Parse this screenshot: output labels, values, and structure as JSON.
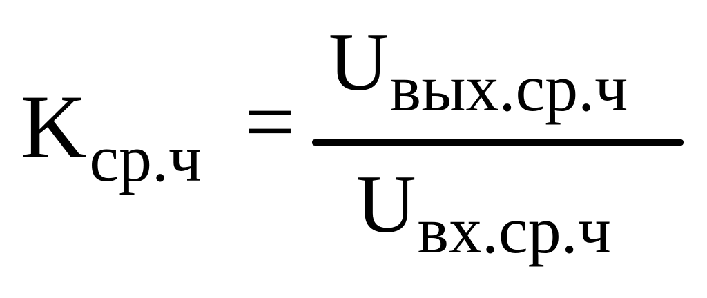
{
  "formula": {
    "lhs": {
      "symbol": "K",
      "subscript": "ср.ч"
    },
    "operator": "=",
    "numerator": {
      "symbol": "U",
      "subscript": "вых.ср.ч"
    },
    "denominator": {
      "symbol": "U",
      "subscript": "вх.ср.ч"
    }
  }
}
